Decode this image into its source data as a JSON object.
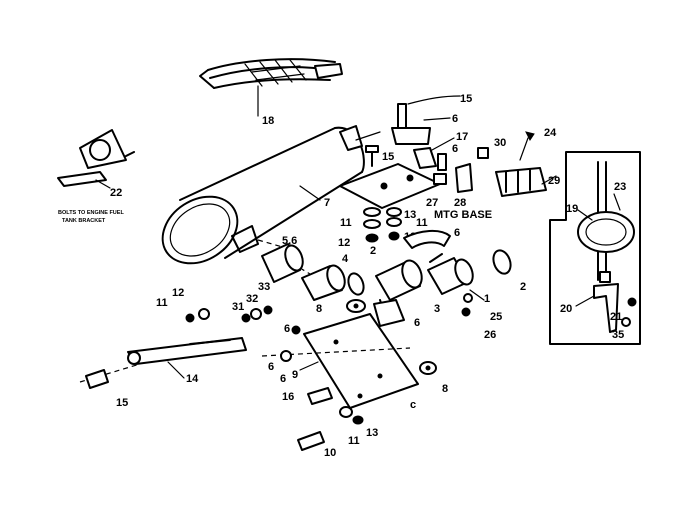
{
  "labels": {
    "n1": "1",
    "n2a": "2",
    "n2b": "2",
    "n3": "3",
    "n4": "4",
    "n56": "5,6",
    "n6a": "6",
    "n6b": "6",
    "n6c": "6",
    "n6d": "6",
    "n6e": "6",
    "n6f": "6",
    "n6g": "6",
    "n7": "7",
    "n8a": "8",
    "n8b": "8",
    "n9": "9",
    "n10": "10",
    "n11a": "11",
    "n11b": "11",
    "n11c": "11",
    "n11d": "11",
    "n12a": "12",
    "n12b": "12",
    "n12c": "12",
    "n13a": "13",
    "n13b": "13",
    "n14": "14",
    "n15a": "15",
    "n15b": "15",
    "n15c": "15",
    "n16": "16",
    "n17": "17",
    "n18": "18",
    "n19": "19",
    "n20": "20",
    "n21": "21",
    "n22": "22",
    "n23": "23",
    "n24": "24",
    "n25": "25",
    "n26": "26",
    "n27": "27",
    "n28": "28",
    "n29": "29",
    "n30": "30",
    "n31": "31",
    "n32": "32",
    "n33": "33",
    "n35": "35",
    "mtg_base": "MTG BASE",
    "bracket_note_line1": "BOLTS TO ENGINE FUEL",
    "bracket_note_line2": "TANK BRACKET",
    "plate_mark": "c"
  }
}
